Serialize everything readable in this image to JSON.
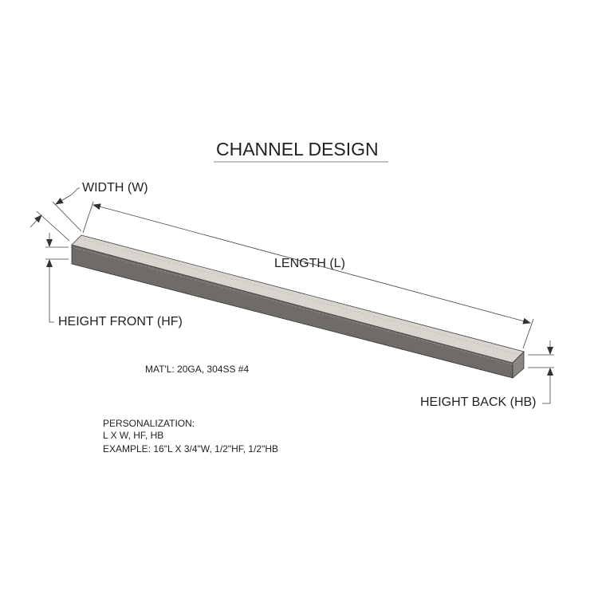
{
  "title": "CHANNEL DESIGN",
  "labels": {
    "width": "WIDTH (W)",
    "length": "LENGTH (L)",
    "height_front": "HEIGHT FRONT (HF)",
    "height_back": "HEIGHT BACK (HB)"
  },
  "notes": {
    "material": "MAT'L: 20GA, 304SS #4",
    "personalization_heading": "PERSONALIZATION:",
    "personalization_fields": "L X W, HF, HB",
    "example": "EXAMPLE: 16\"L X 3/4\"W, 1/2\"HF, 1/2\"HB"
  },
  "colors": {
    "top_face": "#d8d4ce",
    "front_face": "#6f6c68",
    "line": "#444444"
  }
}
